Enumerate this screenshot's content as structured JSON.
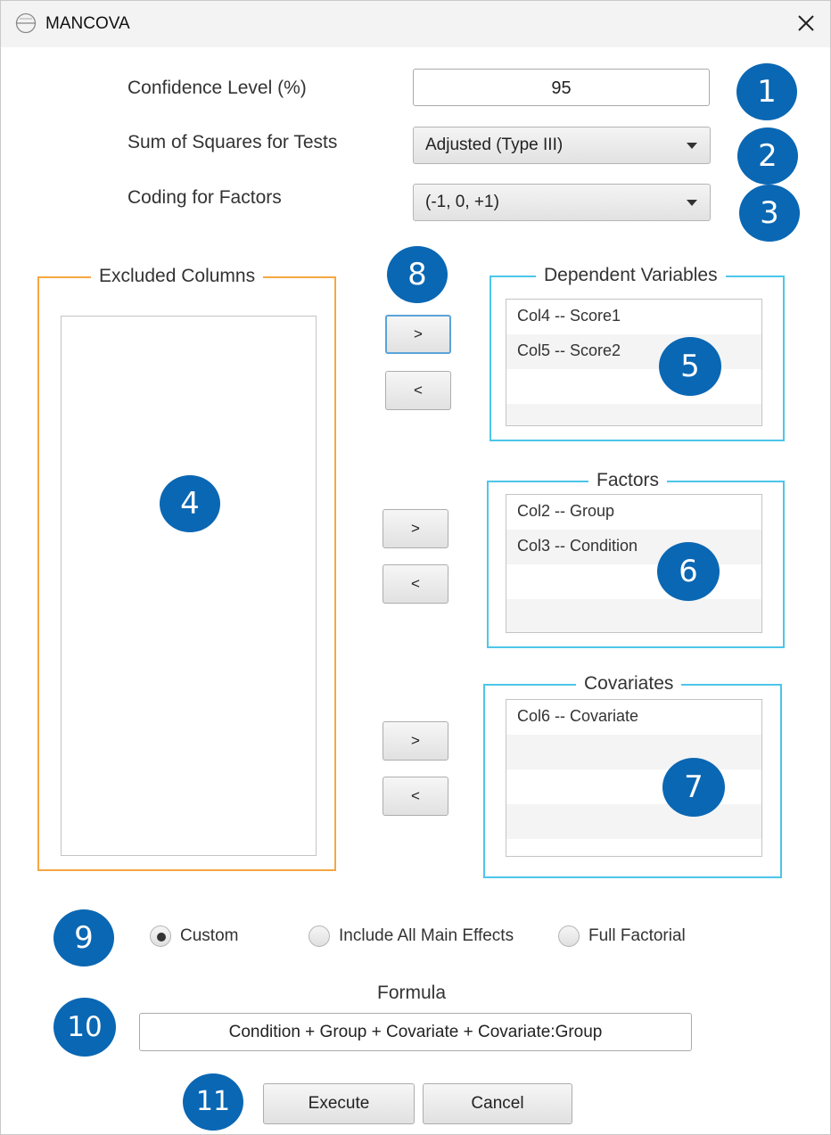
{
  "window": {
    "title": "MANCOVA"
  },
  "settings": {
    "confidence_label": "Confidence Level (%)",
    "confidence_value": "95",
    "ss_label": "Sum of Squares for Tests",
    "ss_value": "Adjusted (Type III)",
    "coding_label": "Coding for Factors",
    "coding_value": "(-1, 0, +1)"
  },
  "excluded": {
    "title": "Excluded Columns",
    "items": []
  },
  "dependent": {
    "title": "Dependent Variables",
    "items": [
      "Col4 -- Score1",
      "Col5 -- Score2"
    ]
  },
  "factors": {
    "title": "Factors",
    "items": [
      "Col2 -- Group",
      "Col3 -- Condition"
    ]
  },
  "covariates": {
    "title": "Covariates",
    "items": [
      "Col6 -- Covariate"
    ]
  },
  "move_buttons": {
    "add": ">",
    "remove": "<"
  },
  "model": {
    "options": [
      "Custom",
      "Include All Main Effects",
      "Full Factorial"
    ],
    "selected": "Custom"
  },
  "formula": {
    "label": "Formula",
    "value": "Condition + Group + Covariate + Covariate:Group"
  },
  "actions": {
    "execute": "Execute",
    "cancel": "Cancel"
  },
  "callouts": [
    "1",
    "2",
    "3",
    "4",
    "5",
    "6",
    "7",
    "8",
    "9",
    "10",
    "11"
  ],
  "colors": {
    "callout": "#0a67b3",
    "excluded_border": "#f5a742",
    "selected_border": "#4cc6ea"
  }
}
